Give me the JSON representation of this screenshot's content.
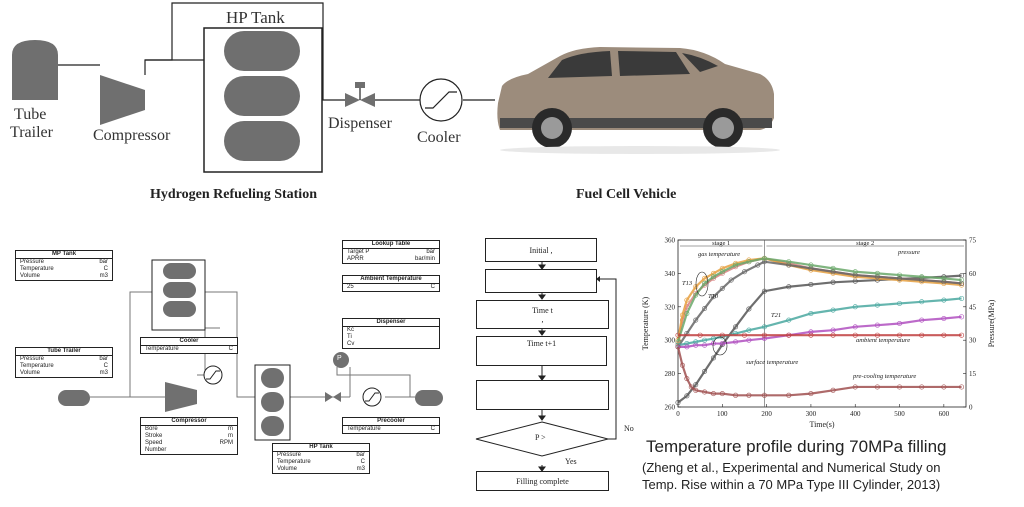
{
  "top": {
    "tank_label": "HP Tank",
    "tube_trailer": [
      "Tube",
      "Trailer"
    ],
    "compressor": "Compressor",
    "dispenser": "Dispenser",
    "cooler": "Cooler",
    "station_caption": "Hydrogen Refueling Station",
    "vehicle_caption": "Fuel Cell Vehicle"
  },
  "schematic": {
    "mp_tank": {
      "title": "MP Tank",
      "rows": [
        [
          "Pressure",
          "bar"
        ],
        [
          "Temperature",
          "C"
        ],
        [
          "Volume",
          "m3"
        ]
      ]
    },
    "tube_trailer": {
      "title": "Tube Trailer",
      "rows": [
        [
          "Pressure",
          "bar"
        ],
        [
          "Temperature",
          "C"
        ],
        [
          "Volume",
          "m3"
        ]
      ]
    },
    "cooler": {
      "title": "Cooler",
      "rows": [
        [
          "Temperature",
          "C"
        ]
      ]
    },
    "compressor": {
      "title": "Compressor",
      "rows": [
        [
          "Bore",
          "m"
        ],
        [
          "Stroke",
          "m"
        ],
        [
          "Speed",
          "RPM"
        ],
        [
          "Number",
          ""
        ]
      ]
    },
    "hp_tank": {
      "title": "HP Tank",
      "rows": [
        [
          "Pressure",
          "bar"
        ],
        [
          "Temperature",
          "C"
        ],
        [
          "Volume",
          "m3"
        ]
      ]
    },
    "lookup": {
      "title": "Lookup Table",
      "rows": [
        [
          "Target P",
          "bar"
        ],
        [
          "APRR",
          "bar/min"
        ]
      ]
    },
    "ambient": {
      "title": "Ambient Temperature",
      "rows": [
        [
          "25",
          "C"
        ]
      ]
    },
    "dispenser": {
      "title": "Dispenser",
      "rows": [
        [
          "Kc",
          ""
        ],
        [
          "Ti",
          ""
        ],
        [
          "Cv",
          ""
        ]
      ]
    },
    "precooler": {
      "title": "Precooler",
      "rows": [
        [
          "Temperature",
          "C"
        ]
      ]
    },
    "p_symbol": "P"
  },
  "flowchart": {
    "initial": "Initial ,",
    "time_t": "Time t",
    "comma": ",",
    "time_t1": "Time t+1",
    "decision": "P >",
    "yes": "Yes",
    "no": "No",
    "complete": "Filling complete"
  },
  "chart_data": {
    "type": "scatter",
    "xlabel": "Time(s)",
    "ylabel": "Temperature (K)",
    "ylabel_right": "Pressure(MPa)",
    "xlim": [
      0,
      650
    ],
    "ylim": [
      260,
      360
    ],
    "ylim_right": [
      0,
      75
    ],
    "xticks": [
      0,
      100,
      200,
      300,
      400,
      500,
      600
    ],
    "yticks": [
      260,
      280,
      300,
      320,
      340,
      360
    ],
    "yticks_right": [
      0,
      15,
      30,
      45,
      60,
      75
    ],
    "stage_boundary": 195,
    "stage_labels": [
      "stage 1",
      "stage 2"
    ],
    "annotations": [
      "gas temperature",
      "pressure",
      "T13",
      "T10",
      "T21",
      "ambient temperature",
      "surface temperature",
      "pre-cooling temperature"
    ],
    "series": [
      {
        "name": "pressure",
        "axis": "right",
        "color": "#555555",
        "x": [
          0,
          20,
          40,
          60,
          80,
          100,
          130,
          160,
          195,
          250,
          300,
          350,
          400,
          450,
          500,
          550,
          600,
          640
        ],
        "y": [
          2,
          5,
          10,
          16,
          22,
          28,
          36,
          44,
          52,
          54,
          55,
          56,
          56.5,
          57,
          57.5,
          58,
          58.5,
          59
        ]
      },
      {
        "name": "gas temperature",
        "axis": "left",
        "color": "#d98080",
        "x": [
          0,
          10,
          20,
          40,
          60,
          80,
          100,
          130,
          160,
          195,
          250,
          300,
          350,
          400,
          450,
          500,
          550,
          600,
          640
        ],
        "y": [
          298,
          312,
          320,
          328,
          333,
          337,
          340,
          344,
          347,
          349,
          346,
          343,
          341,
          339,
          338,
          337,
          336,
          335,
          334
        ]
      },
      {
        "name": "T13",
        "axis": "left",
        "color": "#e6a040",
        "x": [
          0,
          10,
          20,
          40,
          60,
          80,
          100,
          130,
          160,
          195,
          250,
          300,
          350,
          400,
          450,
          500,
          550,
          600,
          640
        ],
        "y": [
          300,
          315,
          324,
          332,
          337,
          340,
          343,
          346,
          348,
          349,
          345,
          342,
          340,
          338,
          337,
          336,
          335,
          334,
          333
        ]
      },
      {
        "name": "T10",
        "axis": "left",
        "color": "#666666",
        "x": [
          0,
          20,
          40,
          60,
          80,
          100,
          120,
          150,
          180,
          195,
          250,
          300,
          350,
          400,
          450,
          500,
          550,
          600,
          640
        ],
        "y": [
          296,
          304,
          312,
          319,
          326,
          331,
          336,
          341,
          345,
          347,
          345,
          343,
          341,
          339,
          338,
          337,
          336,
          335,
          334
        ]
      },
      {
        "name": "gas temperature (green)",
        "axis": "left",
        "color": "#6aa86a",
        "x": [
          0,
          20,
          40,
          60,
          80,
          100,
          130,
          160,
          195,
          250,
          300,
          350,
          400,
          450,
          500,
          550,
          600,
          640
        ],
        "y": [
          299,
          316,
          327,
          334,
          338,
          341,
          345,
          347,
          349,
          347,
          345,
          343,
          341,
          340,
          339,
          338,
          337,
          336
        ]
      },
      {
        "name": "T21",
        "axis": "left",
        "color": "#4aa8a0",
        "x": [
          0,
          20,
          40,
          60,
          80,
          100,
          130,
          160,
          195,
          250,
          300,
          350,
          400,
          450,
          500,
          550,
          600,
          640
        ],
        "y": [
          297,
          298,
          299,
          300,
          301,
          302,
          304,
          306,
          308,
          312,
          316,
          318,
          320,
          321,
          322,
          323,
          324,
          325
        ]
      },
      {
        "name": "surface temperature",
        "axis": "left",
        "color": "#b050c0",
        "x": [
          0,
          20,
          40,
          60,
          80,
          100,
          130,
          160,
          195,
          250,
          300,
          350,
          400,
          450,
          500,
          550,
          600,
          640
        ],
        "y": [
          296,
          296,
          297,
          297,
          298,
          298,
          299,
          300,
          301,
          303,
          305,
          306,
          308,
          309,
          310,
          312,
          313,
          314
        ]
      },
      {
        "name": "ambient temperature",
        "axis": "left",
        "color": "#c04040",
        "x": [
          0,
          50,
          100,
          150,
          195,
          250,
          300,
          350,
          400,
          450,
          500,
          550,
          600,
          640
        ],
        "y": [
          303,
          303,
          303,
          303,
          303,
          303,
          303,
          303,
          303,
          303,
          303,
          303,
          303,
          303
        ]
      },
      {
        "name": "pre-cooling temperature",
        "axis": "left",
        "color": "#a05050",
        "x": [
          0,
          10,
          20,
          30,
          40,
          60,
          80,
          100,
          130,
          160,
          195,
          250,
          300,
          350,
          400,
          450,
          500,
          550,
          600,
          640
        ],
        "y": [
          296,
          285,
          277,
          272,
          270,
          269,
          268,
          268,
          267,
          267,
          267,
          267,
          268,
          270,
          272,
          272,
          272,
          272,
          272,
          272
        ]
      }
    ]
  },
  "captions": {
    "chart_title": "Temperature profile during 70MPa filling",
    "citation_1": "(Zheng et al., Experimental and Numerical Study on",
    "citation_2": "Temp. Rise within a 70 MPa Type III Cylinder, 2013)"
  }
}
